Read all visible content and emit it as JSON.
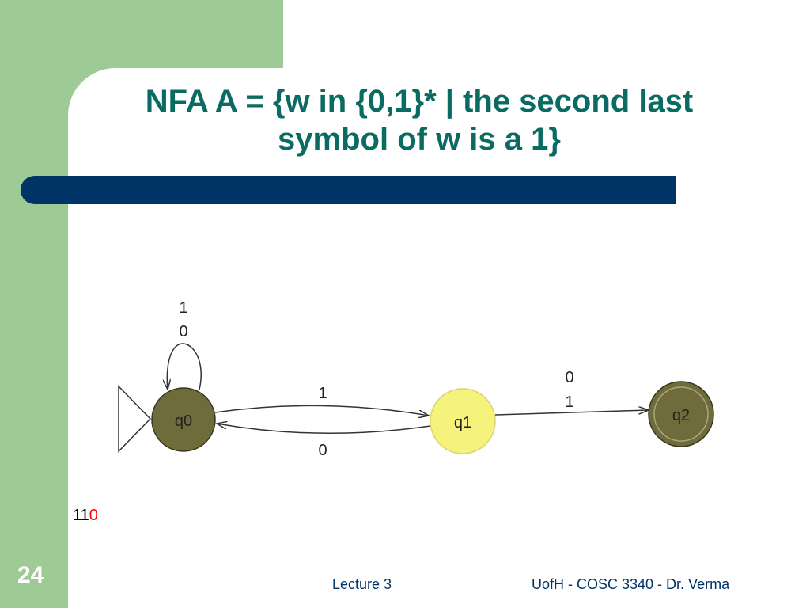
{
  "slide": {
    "title_line1": "NFA A = {w in {0,1}* | the second last",
    "title_line2": "symbol of w is a 1}",
    "number": "24",
    "footer_left": "Lecture 3",
    "footer_right": "UofH - COSC 3340 - Dr. Verma"
  },
  "input": {
    "consumed": "11",
    "current": "0"
  },
  "automaton": {
    "states": [
      {
        "id": "q0",
        "label": "q0",
        "start": true,
        "accept": false,
        "color": "#6f6b3a"
      },
      {
        "id": "q1",
        "label": "q1",
        "start": false,
        "accept": false,
        "color": "#f6f37c"
      },
      {
        "id": "q2",
        "label": "q2",
        "start": false,
        "accept": true,
        "color": "#6f6b3a"
      }
    ],
    "transitions": {
      "q0_loop_1": "1",
      "q0_loop_0": "0",
      "q0_q1": "1",
      "q1_q0": "0",
      "q1_q2_a": "0",
      "q1_q2_b": "1"
    }
  },
  "colors": {
    "sidebar": "#9dca95",
    "title": "#0a6b63",
    "title_bar": "#003366",
    "highlight": "#ff0000"
  }
}
